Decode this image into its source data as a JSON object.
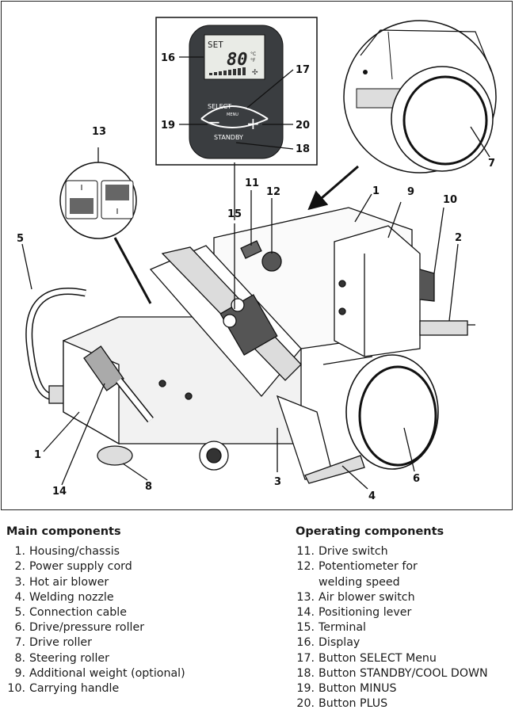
{
  "callouts": [
    "1",
    "2",
    "3",
    "4",
    "5",
    "6",
    "7",
    "8",
    "9",
    "10",
    "11",
    "12",
    "13",
    "14",
    "15",
    "16",
    "17",
    "18",
    "19",
    "20"
  ],
  "display": {
    "set": "SET",
    "value": "80",
    "unit_c": "°C",
    "unit_f": "°F"
  },
  "panel_buttons": {
    "select": "SELECT",
    "menu": "MENU",
    "standby": "STANDBY",
    "minus": "−",
    "plus": "+"
  },
  "main_components": {
    "heading": "Main components",
    "items": [
      {
        "n": "1.",
        "t": "Housing/chassis"
      },
      {
        "n": "2.",
        "t": "Power supply cord"
      },
      {
        "n": "3.",
        "t": "Hot air blower"
      },
      {
        "n": "4.",
        "t": "Welding nozzle"
      },
      {
        "n": "5.",
        "t": "Connection cable"
      },
      {
        "n": "6.",
        "t": "Drive/pressure roller"
      },
      {
        "n": "7.",
        "t": "Drive roller"
      },
      {
        "n": "8.",
        "t": "Steering roller"
      },
      {
        "n": "9.",
        "t": "Additional weight (optional)"
      },
      {
        "n": "10.",
        "t": "Carrying handle"
      }
    ]
  },
  "operating_components": {
    "heading": "Operating components",
    "items": [
      {
        "n": "11.",
        "t": "Drive switch"
      },
      {
        "n": "12.",
        "t": "Potentiometer for welding speed"
      },
      {
        "n": "13.",
        "t": "Air blower switch"
      },
      {
        "n": "14.",
        "t": "Positioning lever"
      },
      {
        "n": "15.",
        "t": "Terminal"
      },
      {
        "n": "16.",
        "t": "Display"
      },
      {
        "n": "17.",
        "t": "Button SELECT Menu"
      },
      {
        "n": "18.",
        "t": "Button STANDBY/COOL DOWN"
      },
      {
        "n": "19.",
        "t": "Button MINUS"
      },
      {
        "n": "20.",
        "t": "Button PLUS"
      }
    ]
  }
}
